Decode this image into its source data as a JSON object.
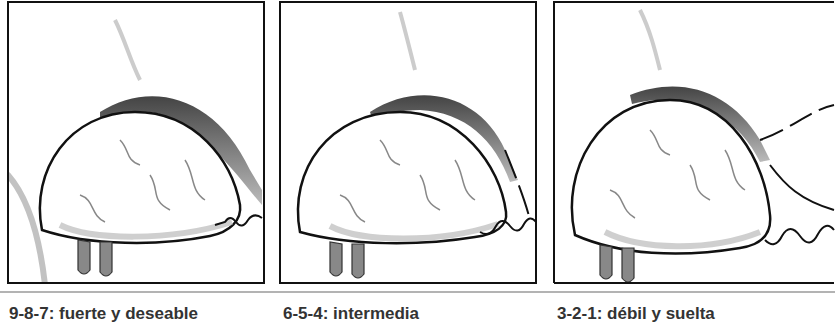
{
  "diagram": {
    "labels": [
      "9-8-7: fuerte y deseable",
      "6-5-4: intermedia",
      "3-2-1: débil y suelta"
    ]
  }
}
